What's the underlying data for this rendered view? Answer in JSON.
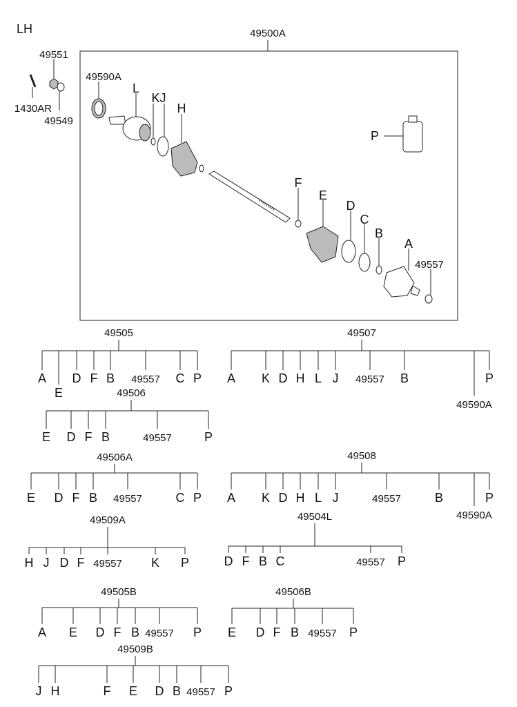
{
  "side_label": "LH",
  "assembly": {
    "title": "49500A",
    "callouts": {
      "c49551": "49551",
      "c1430AR": "1430AR",
      "c49549": "49549",
      "c49590A": "49590A",
      "L": "L",
      "KJ": "KJ",
      "H": "H",
      "P": "P",
      "F": "F",
      "E": "E",
      "D": "D",
      "C": "C",
      "B": "B",
      "A": "A",
      "c49557": "49557"
    }
  },
  "kits": [
    {
      "title": "49505",
      "items": [
        "A",
        "E",
        "D",
        "F",
        "B",
        "49557",
        "C",
        "P"
      ]
    },
    {
      "title": "49506",
      "items": [
        "E",
        "D",
        "F",
        "B",
        "49557",
        "P"
      ]
    },
    {
      "title": "49506A",
      "items": [
        "E",
        "D",
        "F",
        "B",
        "49557",
        "C",
        "P"
      ]
    },
    {
      "title": "49507",
      "items": [
        "A",
        "K",
        "D",
        "H",
        "L",
        "J",
        "49557",
        "B",
        "49590A",
        "P"
      ]
    },
    {
      "title": "49508",
      "items": [
        "A",
        "K",
        "D",
        "H",
        "L",
        "J",
        "49557",
        "B",
        "49590A",
        "P"
      ]
    },
    {
      "title": "49509A",
      "items": [
        "H",
        "J",
        "D",
        "F",
        "49557",
        "K",
        "P"
      ]
    },
    {
      "title": "49504L",
      "items": [
        "D",
        "F",
        "B",
        "C",
        "49557",
        "P"
      ]
    },
    {
      "title": "49505B",
      "items": [
        "A",
        "E",
        "D",
        "F",
        "B",
        "49557",
        "P"
      ]
    },
    {
      "title": "49506B",
      "items": [
        "E",
        "D",
        "F",
        "B",
        "49557",
        "P"
      ]
    },
    {
      "title": "49509B",
      "items": [
        "J",
        "H",
        "F",
        "E",
        "D",
        "B",
        "49557",
        "P"
      ]
    }
  ]
}
